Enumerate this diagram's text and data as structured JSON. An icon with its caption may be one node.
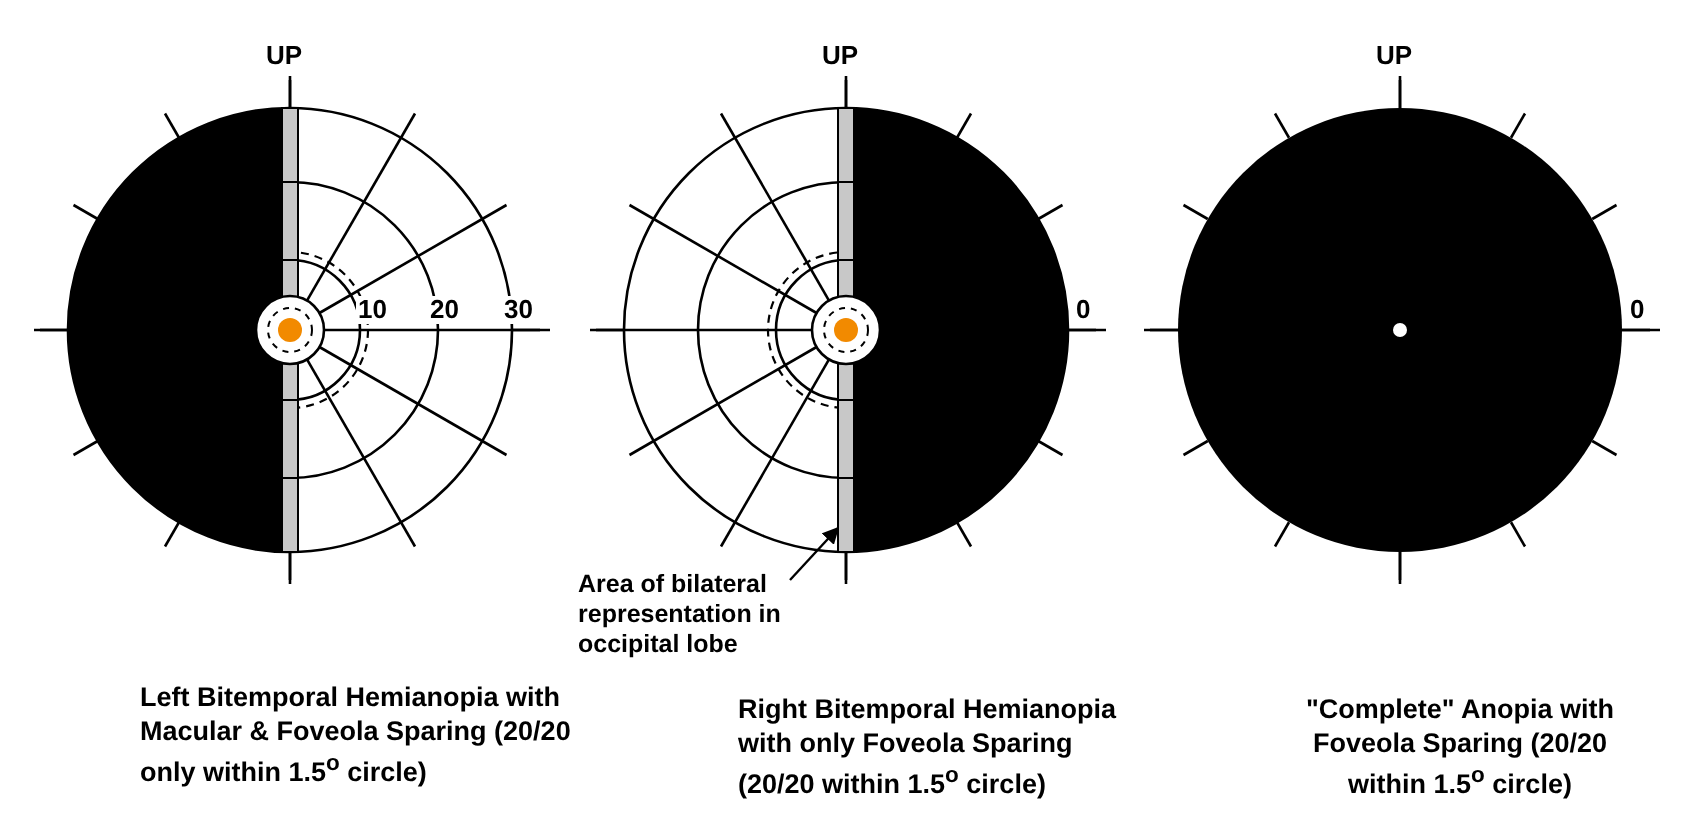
{
  "diagram": {
    "nodes": [
      {
        "text": [
          "Area of bilateral representation in occipital lobe"
        ]
      },
      {
        "text": [],
        "shape": "bar"
      }
    ],
    "edges": [
      {
        "from": 0,
        "to": 1,
        "arrow": "to"
      }
    ],
    "labels": [
      "UP",
      "10",
      "20",
      "30",
      "UP",
      "0",
      "UP",
      "0",
      "Left Bitemporal Hemianopia with Macular & Foveola  Sparing (20/20 only within 1.5$^{o}$ circle)",
      "Right Bitemporal Hemianopia with only Foveola  Sparing (20/20 within 1.5$^{o}$ circle)",
      "\"Complete\" Anopia with Foveola  Sparing (20/20 within 1.5$^{o}$ circle)"
    ]
  }
}
